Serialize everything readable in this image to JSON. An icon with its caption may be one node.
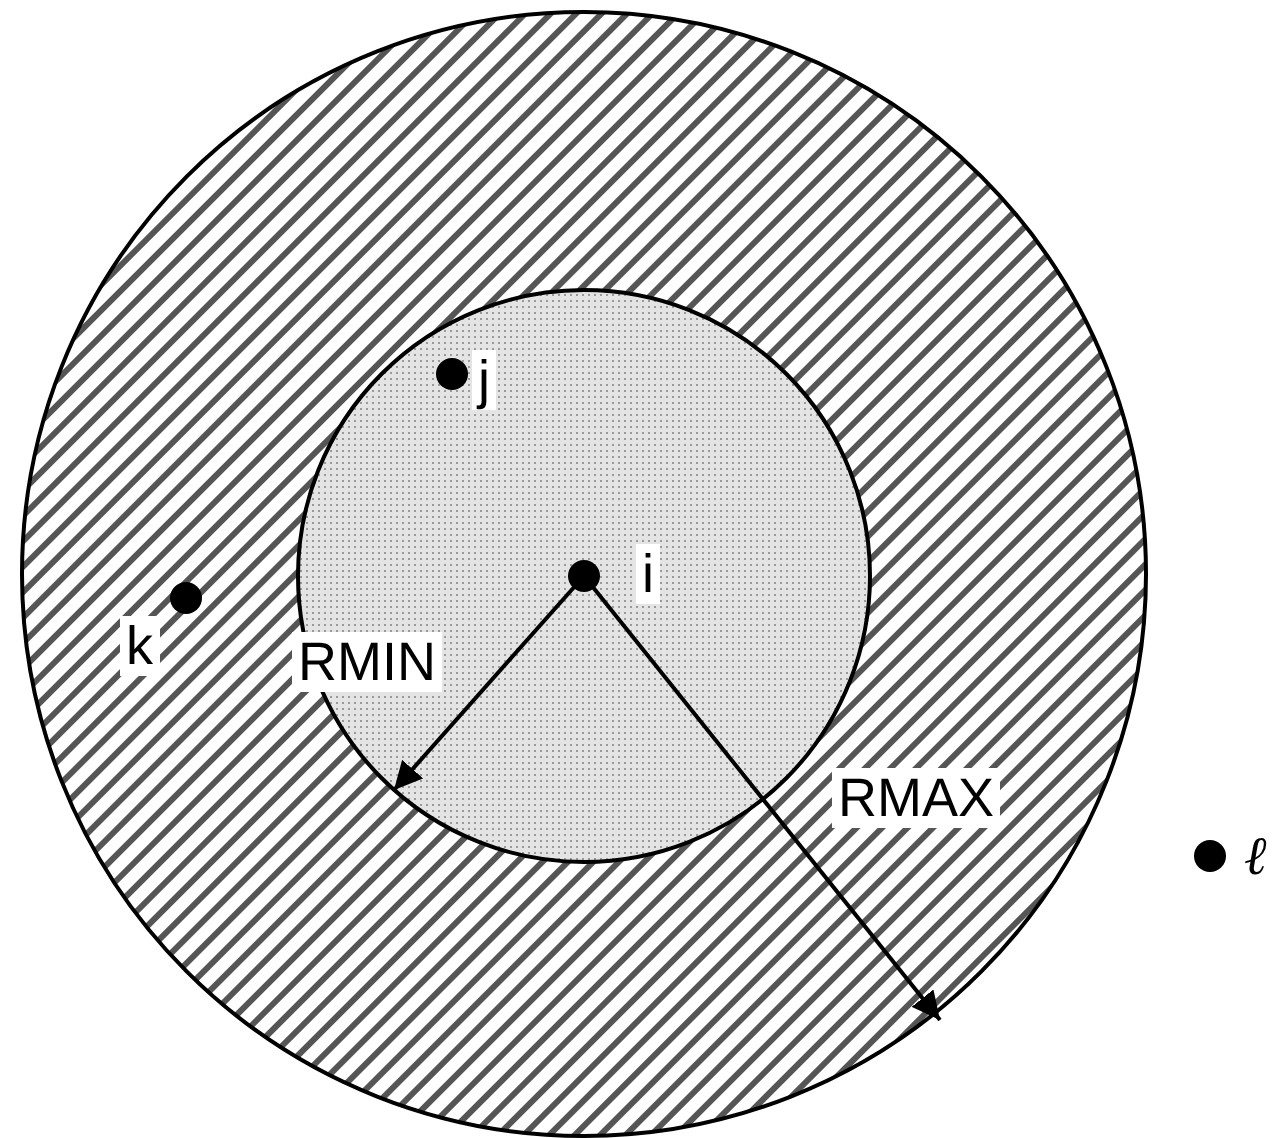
{
  "diagram": {
    "labels": [
      "j",
      "i",
      "k",
      "RMIN",
      "RMAX",
      "ℓ"
    ]
  }
}
